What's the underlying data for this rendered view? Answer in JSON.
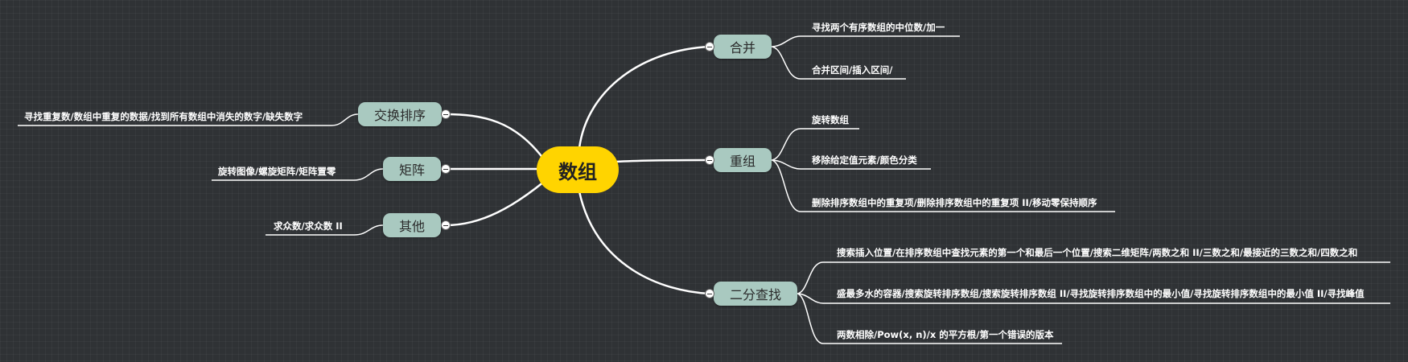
{
  "root": {
    "label": "数组"
  },
  "branches": {
    "merge": {
      "label": "合并",
      "children": [
        "寻找两个有序数组的中位数/加一",
        "合并区间/插入区间/"
      ]
    },
    "reorg": {
      "label": "重组",
      "children": [
        "旋转数组",
        "移除给定值元素/颜色分类",
        "删除排序数组中的重复项/删除排序数组中的重复项 II/移动零保持顺序"
      ]
    },
    "binary": {
      "label": "二分查找",
      "children": [
        "搜索插入位置/在排序数组中查找元素的第一个和最后一个位置/搜索二维矩阵/两数之和 II/三数之和/最接近的三数之和/四数之和",
        "盛最多水的容器/搜索旋转排序数组/搜索旋转排序数组 II/寻找旋转排序数组中的最小值/寻找旋转排序数组中的最小值 II/寻找峰值",
        "两数相除/Pow(x, n)/x 的平方根/第一个错误的版本"
      ]
    },
    "swap": {
      "label": "交换排序",
      "children": [
        "寻找重复数/数组中重复的数据/找到所有数组中消失的数字/缺失数字"
      ]
    },
    "matrix": {
      "label": "矩阵",
      "children": [
        "旋转图像/螺旋矩阵/矩阵置零"
      ]
    },
    "other": {
      "label": "其他",
      "children": [
        "求众数/求众数 II"
      ]
    }
  }
}
